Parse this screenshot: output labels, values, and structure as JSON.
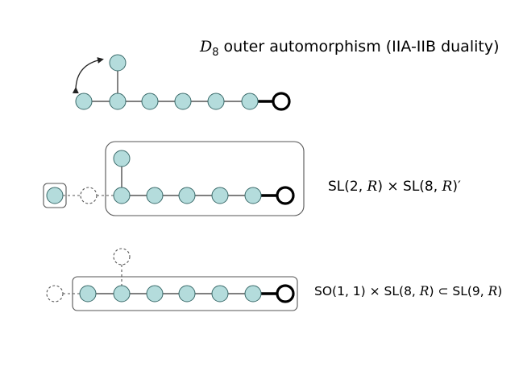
{
  "title": {
    "symbol": "D",
    "subscript": "8",
    "text": " outer automorphism (IIA-IIB duality)"
  },
  "row2_label": {
    "p1": "SL(2, ",
    "r1": "R",
    "p2": ") × SL(8, ",
    "r2": "R",
    "p3": ")′"
  },
  "row3_label": {
    "p1": "SO(1, 1) × SL(8, ",
    "r1": "R",
    "p2": ") ⊂ SL(9, ",
    "r2": "R",
    "p3": ")"
  },
  "colors": {
    "node_fill": "#b4dcdc",
    "node_stroke": "#3a6a6a",
    "line": "#333333",
    "dashed": "#555555",
    "box": "#555555",
    "end_node": "#000000"
  }
}
